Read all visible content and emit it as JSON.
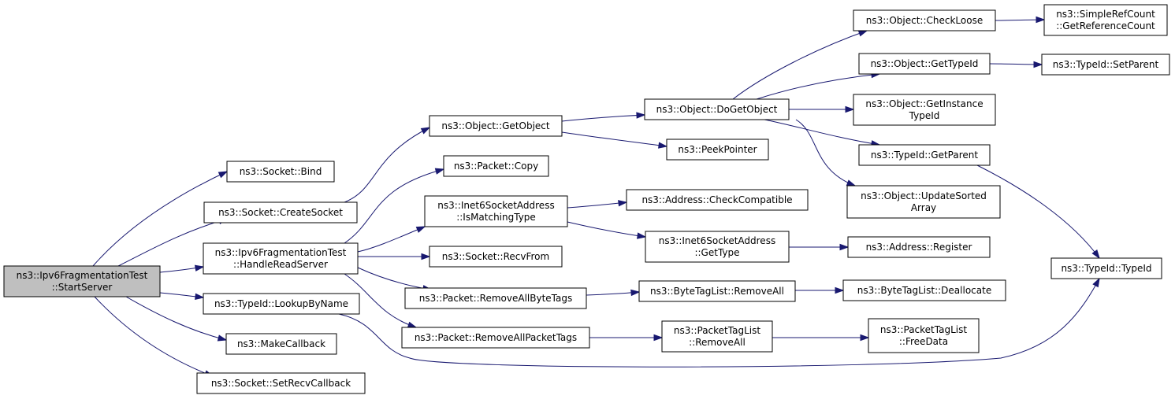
{
  "diagram": {
    "node_fill": "#ffffff",
    "root_fill": "#bfbfbf",
    "edge_color": "#191970",
    "nodes": {
      "start_server": {
        "lines": [
          "ns3::Ipv6FragmentationTest",
          "::StartServer"
        ],
        "root": true
      },
      "socket_bind": {
        "lines": [
          "ns3::Socket::Bind"
        ]
      },
      "create_socket": {
        "lines": [
          "ns3::Socket::CreateSocket"
        ]
      },
      "handle_read_server": {
        "lines": [
          "ns3::Ipv6FragmentationTest",
          "::HandleReadServer"
        ]
      },
      "lookup_by_name": {
        "lines": [
          "ns3::TypeId::LookupByName"
        ]
      },
      "make_callback": {
        "lines": [
          "ns3::MakeCallback"
        ]
      },
      "set_recv_callback": {
        "lines": [
          "ns3::Socket::SetRecvCallback"
        ]
      },
      "get_object": {
        "lines": [
          "ns3::Object::GetObject"
        ]
      },
      "packet_copy": {
        "lines": [
          "ns3::Packet::Copy"
        ]
      },
      "is_matching_type": {
        "lines": [
          "ns3::Inet6SocketAddress",
          "::IsMatchingType"
        ]
      },
      "recv_from": {
        "lines": [
          "ns3::Socket::RecvFrom"
        ]
      },
      "remove_all_byte_tags": {
        "lines": [
          "ns3::Packet::RemoveAllByteTags"
        ]
      },
      "remove_all_packet_tags": {
        "lines": [
          "ns3::Packet::RemoveAllPacketTags"
        ]
      },
      "do_get_object": {
        "lines": [
          "ns3::Object::DoGetObject"
        ]
      },
      "peek_pointer": {
        "lines": [
          "ns3::PeekPointer"
        ]
      },
      "check_compatible": {
        "lines": [
          "ns3::Address::CheckCompatible"
        ]
      },
      "inet6_get_type": {
        "lines": [
          "ns3::Inet6SocketAddress",
          "::GetType"
        ]
      },
      "byte_tag_remove_all": {
        "lines": [
          "ns3::ByteTagList::RemoveAll"
        ]
      },
      "packet_tag_remove_all": {
        "lines": [
          "ns3::PacketTagList",
          "::RemoveAll"
        ]
      },
      "check_loose": {
        "lines": [
          "ns3::Object::CheckLoose"
        ]
      },
      "object_get_type_id": {
        "lines": [
          "ns3::Object::GetTypeId"
        ]
      },
      "get_instance_type_id": {
        "lines": [
          "ns3::Object::GetInstance",
          "TypeId"
        ]
      },
      "get_parent": {
        "lines": [
          "ns3::TypeId::GetParent"
        ]
      },
      "update_sorted_array": {
        "lines": [
          "ns3::Object::UpdateSorted",
          "Array"
        ]
      },
      "address_register": {
        "lines": [
          "ns3::Address::Register"
        ]
      },
      "byte_tag_deallocate": {
        "lines": [
          "ns3::ByteTagList::Deallocate"
        ]
      },
      "free_data": {
        "lines": [
          "ns3::PacketTagList",
          "::FreeData"
        ]
      },
      "get_reference_count": {
        "lines": [
          "ns3::SimpleRefCount",
          "::GetReferenceCount"
        ]
      },
      "set_parent": {
        "lines": [
          "ns3::TypeId::SetParent"
        ]
      },
      "type_id_ctor": {
        "lines": [
          "ns3::TypeId::TypeId"
        ]
      }
    },
    "edges": [
      [
        "start_server",
        "socket_bind"
      ],
      [
        "start_server",
        "create_socket"
      ],
      [
        "start_server",
        "handle_read_server"
      ],
      [
        "start_server",
        "lookup_by_name"
      ],
      [
        "start_server",
        "make_callback"
      ],
      [
        "start_server",
        "set_recv_callback"
      ],
      [
        "create_socket",
        "get_object"
      ],
      [
        "handle_read_server",
        "packet_copy"
      ],
      [
        "handle_read_server",
        "is_matching_type"
      ],
      [
        "handle_read_server",
        "recv_from"
      ],
      [
        "handle_read_server",
        "remove_all_byte_tags"
      ],
      [
        "handle_read_server",
        "remove_all_packet_tags"
      ],
      [
        "lookup_by_name",
        "type_id_ctor"
      ],
      [
        "get_object",
        "do_get_object"
      ],
      [
        "get_object",
        "peek_pointer"
      ],
      [
        "is_matching_type",
        "check_compatible"
      ],
      [
        "is_matching_type",
        "inet6_get_type"
      ],
      [
        "remove_all_byte_tags",
        "byte_tag_remove_all"
      ],
      [
        "remove_all_packet_tags",
        "packet_tag_remove_all"
      ],
      [
        "do_get_object",
        "check_loose"
      ],
      [
        "do_get_object",
        "object_get_type_id"
      ],
      [
        "do_get_object",
        "get_instance_type_id"
      ],
      [
        "do_get_object",
        "get_parent"
      ],
      [
        "do_get_object",
        "update_sorted_array"
      ],
      [
        "inet6_get_type",
        "address_register"
      ],
      [
        "byte_tag_remove_all",
        "byte_tag_deallocate"
      ],
      [
        "packet_tag_remove_all",
        "free_data"
      ],
      [
        "check_loose",
        "get_reference_count"
      ],
      [
        "object_get_type_id",
        "set_parent"
      ],
      [
        "get_parent",
        "type_id_ctor"
      ]
    ]
  }
}
